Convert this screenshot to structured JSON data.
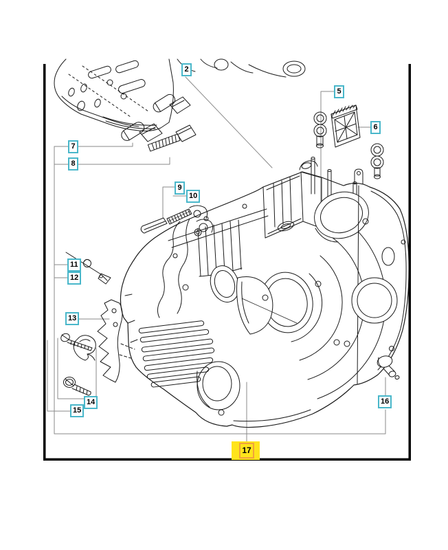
{
  "diagram": {
    "kind": "exploded-parts-diagram",
    "colors": {
      "line": "#1a1a1a",
      "leader": "#8a8a8a",
      "frame": "#000000",
      "callout_border": "#49b7ca",
      "callout_bg": "#ffffff",
      "callout_text": "#000000",
      "highlight_band": "#ffe41c",
      "highlight_border": "#f0a23c"
    },
    "callouts": [
      {
        "label": "2",
        "selected": false
      },
      {
        "label": "5",
        "selected": false
      },
      {
        "label": "6",
        "selected": false
      },
      {
        "label": "7",
        "selected": false
      },
      {
        "label": "8",
        "selected": false
      },
      {
        "label": "9",
        "selected": false
      },
      {
        "label": "10",
        "selected": false
      },
      {
        "label": "11",
        "selected": false
      },
      {
        "label": "12",
        "selected": false
      },
      {
        "label": "13",
        "selected": false
      },
      {
        "label": "14",
        "selected": false
      },
      {
        "label": "15",
        "selected": false
      },
      {
        "label": "16",
        "selected": false
      },
      {
        "label": "17",
        "selected": true
      }
    ]
  }
}
